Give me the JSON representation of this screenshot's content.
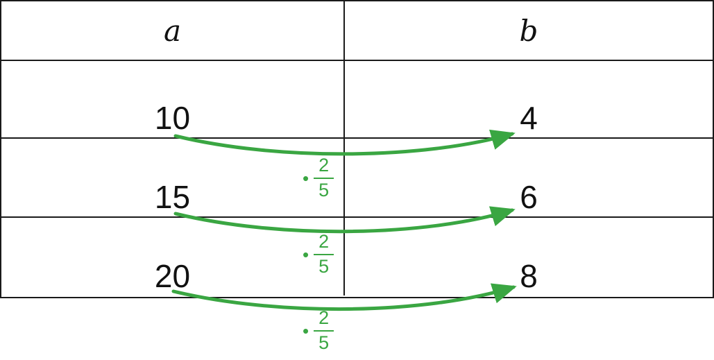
{
  "figure": {
    "header": {
      "a": "a",
      "b": "b"
    },
    "rows": [
      {
        "a": "10",
        "b": "4"
      },
      {
        "a": "15",
        "b": "6"
      },
      {
        "a": "20",
        "b": "8"
      }
    ],
    "multiplier": {
      "dot": "•",
      "numerator": "2",
      "denominator": "5"
    },
    "colors": {
      "arrow": "#3aa642",
      "border": "#1a1a1a"
    }
  }
}
